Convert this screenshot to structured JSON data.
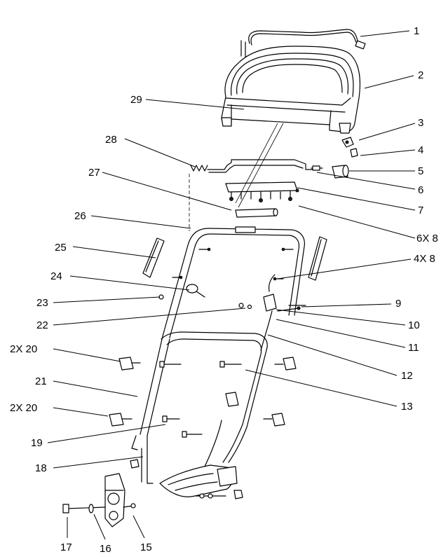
{
  "callouts": [
    {
      "id": "c1",
      "text": "1"
    },
    {
      "id": "c2",
      "text": "2"
    },
    {
      "id": "c3",
      "text": "3"
    },
    {
      "id": "c4",
      "text": "4"
    },
    {
      "id": "c5",
      "text": "5"
    },
    {
      "id": "c6",
      "text": "6"
    },
    {
      "id": "c7",
      "text": "7"
    },
    {
      "id": "c6x8",
      "text": "6X 8"
    },
    {
      "id": "c4x8",
      "text": "4X 8"
    },
    {
      "id": "c9",
      "text": "9"
    },
    {
      "id": "c10",
      "text": "10"
    },
    {
      "id": "c11",
      "text": "11"
    },
    {
      "id": "c12",
      "text": "12"
    },
    {
      "id": "c13",
      "text": "13"
    },
    {
      "id": "c29",
      "text": "29"
    },
    {
      "id": "c28",
      "text": "28"
    },
    {
      "id": "c27",
      "text": "27"
    },
    {
      "id": "c26",
      "text": "26"
    },
    {
      "id": "c25",
      "text": "25"
    },
    {
      "id": "c24",
      "text": "24"
    },
    {
      "id": "c23",
      "text": "23"
    },
    {
      "id": "c22",
      "text": "22"
    },
    {
      "id": "c2x20a",
      "text": "2X 20"
    },
    {
      "id": "c21",
      "text": "21"
    },
    {
      "id": "c2x20b",
      "text": "2X 20"
    },
    {
      "id": "c19",
      "text": "19"
    },
    {
      "id": "c18",
      "text": "18"
    },
    {
      "id": "c17",
      "text": "17"
    },
    {
      "id": "c16",
      "text": "16"
    },
    {
      "id": "c15",
      "text": "15"
    }
  ]
}
